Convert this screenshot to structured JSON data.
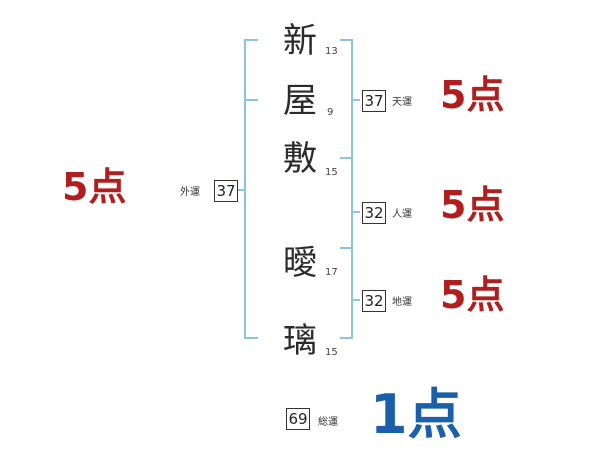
{
  "name": {
    "chars": [
      {
        "char": "新",
        "strokes": "13"
      },
      {
        "char": "屋",
        "strokes": "9"
      },
      {
        "char": "敷",
        "strokes": "15"
      },
      {
        "char": "曖",
        "strokes": "17"
      },
      {
        "char": "璃",
        "strokes": "15"
      }
    ]
  },
  "fortunes": {
    "tenkaku": {
      "label": "天運",
      "value": "37",
      "score": "5点"
    },
    "jinkaku": {
      "label": "人運",
      "value": "32",
      "score": "5点"
    },
    "chikaku": {
      "label": "地運",
      "value": "32",
      "score": "5点"
    },
    "gaikaku": {
      "label": "外運",
      "value": "37",
      "score": "5点"
    },
    "soukaku": {
      "label": "総運",
      "value": "69",
      "score": "1点"
    }
  },
  "colors": {
    "bracket": "#8cc4e0",
    "score_red": "#b01e1e",
    "score_blue": "#1a5fa8"
  }
}
